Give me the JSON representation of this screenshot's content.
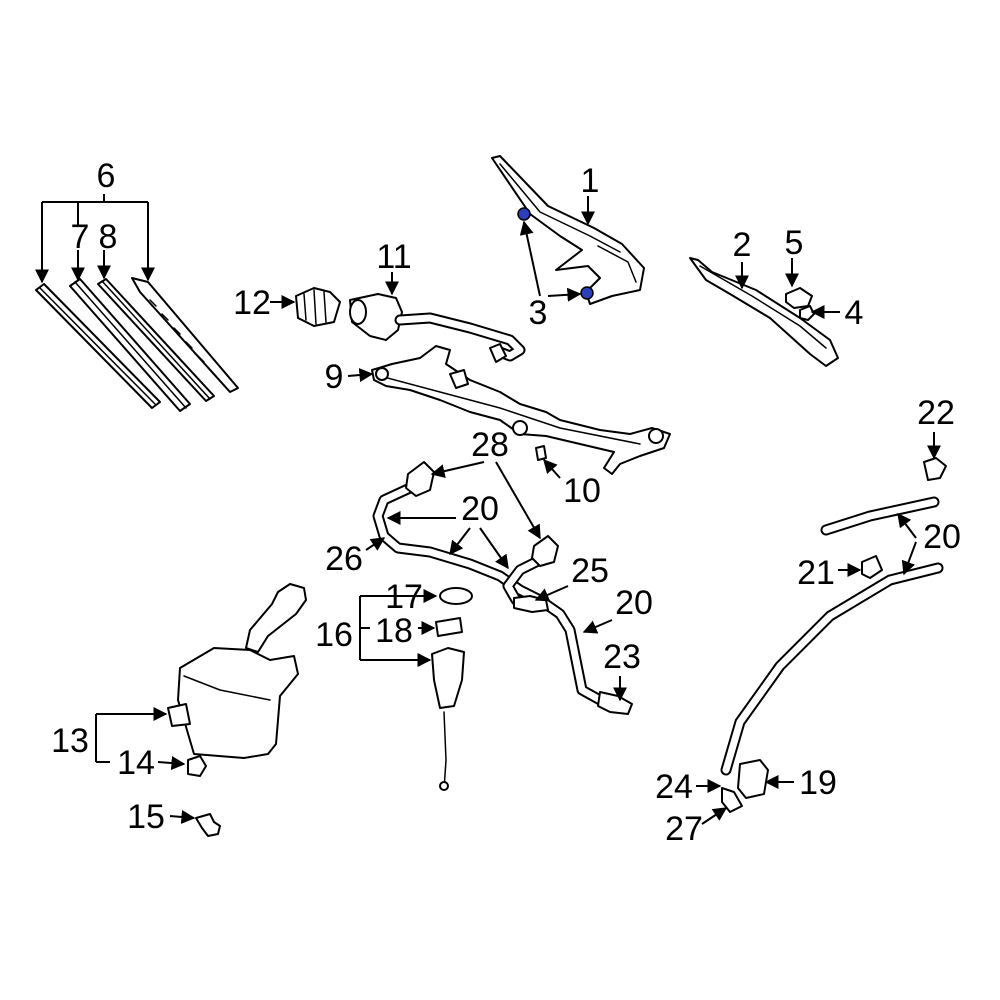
{
  "labels": {
    "l1": "1",
    "l2": "2",
    "l3": "3",
    "l4": "4",
    "l5": "5",
    "l6": "6",
    "l7": "7",
    "l8": "8",
    "l9": "9",
    "l10": "10",
    "l11": "11",
    "l12": "12",
    "l13": "13",
    "l14": "14",
    "l15": "15",
    "l16": "16",
    "l17": "17",
    "l18": "18",
    "l19": "19",
    "l20a": "20",
    "l20b": "20",
    "l20c": "20",
    "l21": "21",
    "l22": "22",
    "l23": "23",
    "l24": "24",
    "l25": "25",
    "l26": "26",
    "l27": "27",
    "l28": "28"
  },
  "colors": {
    "accent": "#2a3fb8",
    "line": "#000000",
    "background": "#ffffff"
  }
}
